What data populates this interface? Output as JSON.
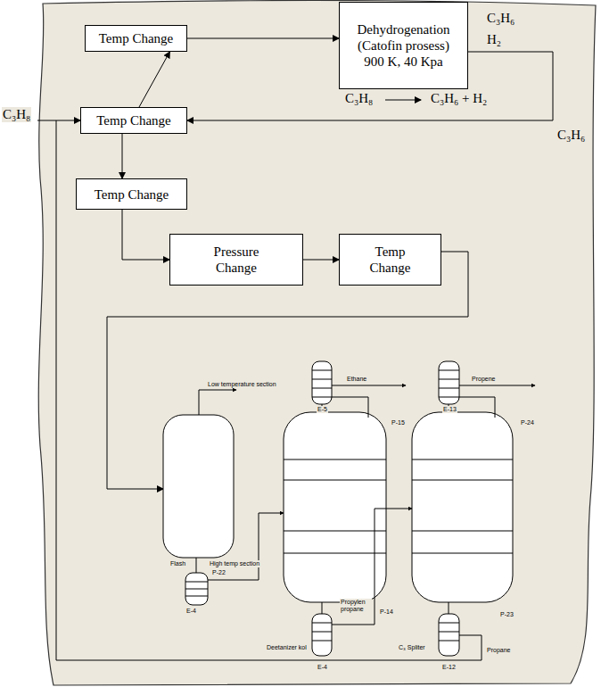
{
  "diagram": {
    "nodes": [
      {
        "text": [
          "Temp Change"
        ]
      },
      {
        "text": [
          "Dehydrogenation",
          "(Catofin prosess)",
          "900 K, 40 Kpa"
        ]
      },
      {
        "text": [
          "Temp Change"
        ]
      },
      {
        "text": [
          "Temp Change"
        ]
      },
      {
        "text": [
          "Pressure Change"
        ]
      },
      {
        "text": [
          "Temp Change"
        ]
      }
    ],
    "edges": [
      {
        "from": 2,
        "to": 0,
        "arrow": "to"
      },
      {
        "from": 0,
        "to": 1,
        "arrow": "to"
      },
      {
        "from": 1,
        "to": 2,
        "arrow": "to"
      },
      {
        "from": 2,
        "to": 3,
        "arrow": "to"
      },
      {
        "from": 3,
        "to": 4,
        "arrow": "to"
      },
      {
        "from": 4,
        "to": 5,
        "arrow": "to"
      }
    ],
    "labels": [
      "C₃H₆",
      "H₂",
      "C₃H₈",
      "C₃H₆ + H₂",
      "C₃H₈",
      "C₃H₆",
      "Low temperature section",
      "Ethane",
      "E-5",
      "Propene",
      "E-13",
      "P-15",
      "P-24",
      "Flash",
      "High temp section",
      "P-22",
      "E-4",
      "Propylen propane",
      "P-14",
      "Deetanizer kol",
      "E-4",
      "C₃ Spliter",
      "P-23",
      "Propane",
      "E-12"
    ]
  }
}
